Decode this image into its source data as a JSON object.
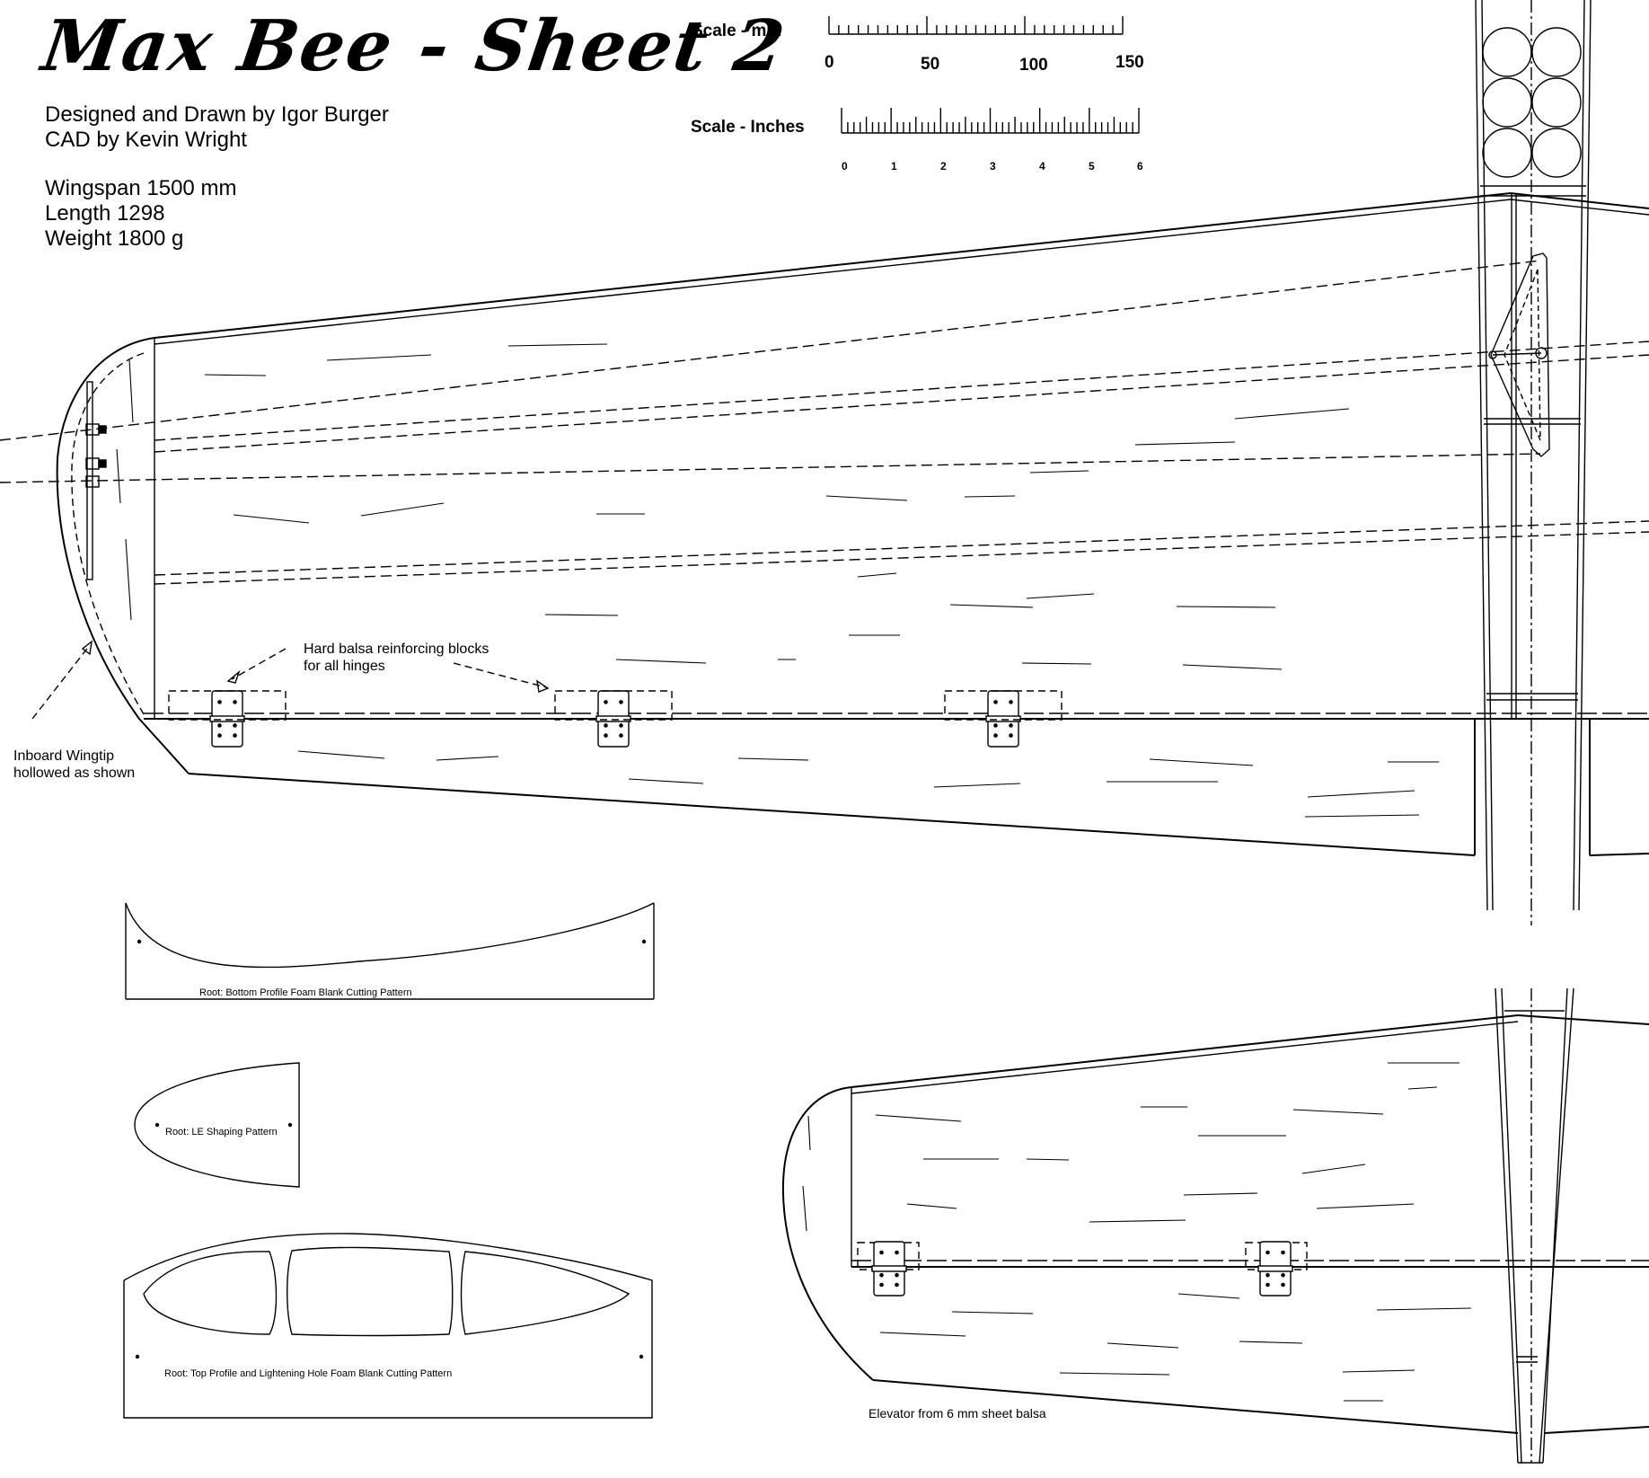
{
  "title": "Max Bee - Sheet 2",
  "credits": {
    "designer": "Designed and Drawn by Igor Burger",
    "cad": "CAD by Kevin Wright"
  },
  "specs": {
    "wingspan": "Wingspan 1500 mm",
    "length": "Length 1298",
    "weight": "Weight 1800 g"
  },
  "scale_mm": {
    "label": "Scale - mm",
    "ticks": [
      "0",
      "50",
      "100",
      "150"
    ]
  },
  "scale_inches": {
    "label": "Scale - Inches",
    "ticks": [
      "0",
      "1",
      "2",
      "3",
      "4",
      "5",
      "6"
    ]
  },
  "annotations": {
    "hinge_blocks": "Hard balsa reinforcing blocks\nfor all hinges",
    "inboard_wingtip": "Inboard Wingtip\nhollowed as shown",
    "bottom_profile": "Root: Bottom Profile Foam Blank Cutting Pattern",
    "le_shaping": "Root: LE Shaping Pattern",
    "top_profile": "Root: Top Profile and Lightening Hole Foam Blank Cutting Pattern",
    "elevator": "Elevator  from 6 mm sheet balsa"
  }
}
